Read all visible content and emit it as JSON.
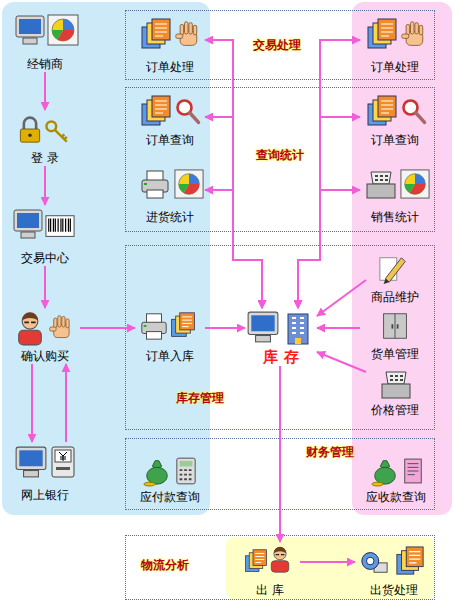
{
  "diagram": {
    "nodes": [
      {
        "text": [
          "经销商"
        ]
      },
      {
        "text": [
          "交易处理"
        ]
      },
      {
        "text": [
          "订单处理"
        ],
        "in": 1
      },
      {
        "text": [
          "订单处理"
        ],
        "in": 1
      },
      {
        "text": [
          "登 录"
        ]
      },
      {
        "text": [
          "查询统计"
        ]
      },
      {
        "text": [
          "订单查询"
        ],
        "in": 5
      },
      {
        "text": [
          "订单查询"
        ],
        "in": 5
      },
      {
        "text": [
          "进货统计"
        ],
        "in": 5
      },
      {
        "text": [
          "销售统计"
        ],
        "in": 5
      },
      {
        "text": [
          "交易中心"
        ]
      },
      {
        "text": [
          "库存管理"
        ]
      },
      {
        "text": [
          "商品维护"
        ],
        "in": 11
      },
      {
        "text": [
          "确认购买"
        ]
      },
      {
        "text": [
          "订单入库"
        ],
        "in": 11
      },
      {
        "text": [
          "库 存"
        ],
        "in": 11
      },
      {
        "text": [
          "货单管理"
        ],
        "in": 11
      },
      {
        "text": [
          "价格管理"
        ],
        "in": 11
      },
      {
        "text": [
          "网上银行"
        ]
      },
      {
        "text": [
          "财务管理"
        ]
      },
      {
        "text": [
          "应付款查询"
        ],
        "in": 19
      },
      {
        "text": [
          "应收款查询"
        ],
        "in": 19
      },
      {
        "text": [
          "物流分析"
        ]
      },
      {
        "text": [
          "出 库"
        ],
        "in": 22
      },
      {
        "text": [
          "出货处理"
        ],
        "in": 22
      }
    ],
    "edges": [
      {
        "from": 0,
        "to": 4,
        "arrow": "to"
      },
      {
        "from": 4,
        "to": 10,
        "arrow": "to"
      },
      {
        "from": 10,
        "to": 13,
        "arrow": "to"
      },
      {
        "from": 13,
        "to": 18,
        "arrow": "to"
      },
      {
        "from": 18,
        "to": 13,
        "arrow": "to"
      },
      {
        "from": 13,
        "to": 14,
        "arrow": "to"
      },
      {
        "from": 14,
        "to": 15,
        "arrow": "to"
      },
      {
        "from": 12,
        "to": 15,
        "arrow": "to"
      },
      {
        "from": 16,
        "to": 15,
        "arrow": "to"
      },
      {
        "from": 17,
        "to": 15,
        "arrow": "to"
      },
      {
        "from": 15,
        "to": 2,
        "arrow": "both"
      },
      {
        "from": 15,
        "to": 3,
        "arrow": "both"
      },
      {
        "from": 15,
        "to": 6,
        "arrow": "both"
      },
      {
        "from": 15,
        "to": 7,
        "arrow": "both"
      },
      {
        "from": 15,
        "to": 8,
        "arrow": "both"
      },
      {
        "from": 15,
        "to": 9,
        "arrow": "both"
      },
      {
        "from": 15,
        "to": 23,
        "arrow": "to"
      },
      {
        "from": 23,
        "to": 24,
        "arrow": "to"
      }
    ]
  }
}
